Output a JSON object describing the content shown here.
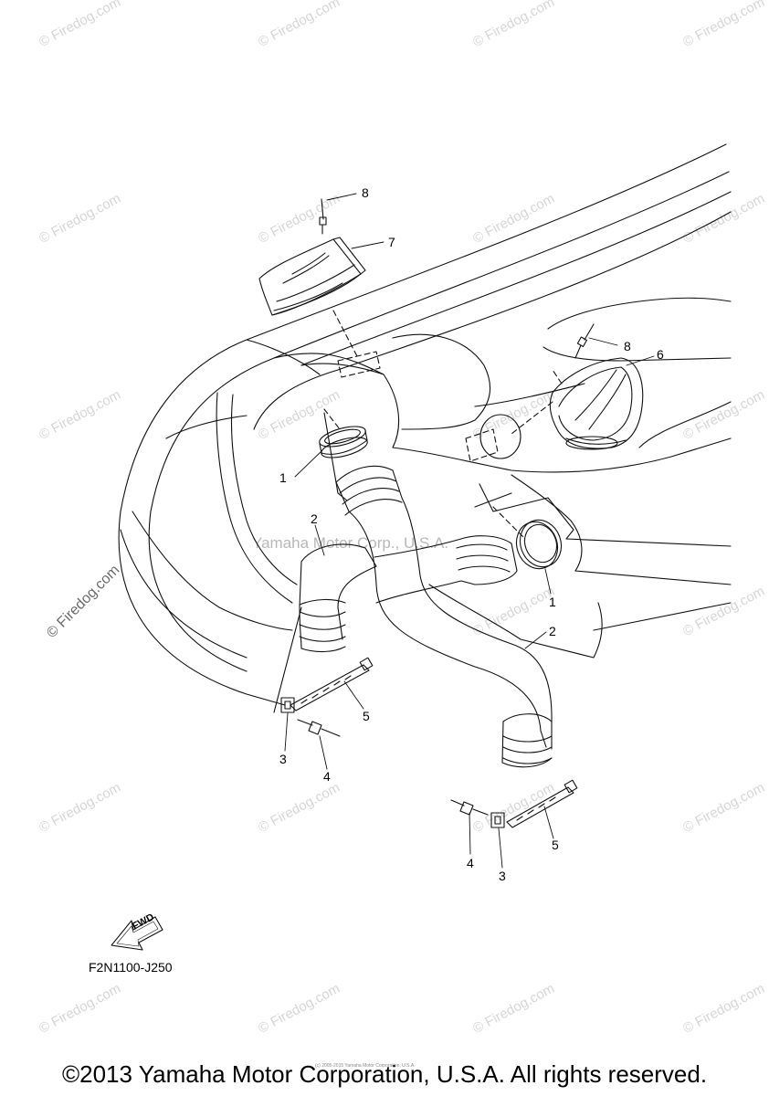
{
  "watermark": "© Firedog.com",
  "center_watermark": "Yamaha Motor Corp., U.S.A.",
  "callouts": {
    "c1a": "1",
    "c1b": "1",
    "c2a": "2",
    "c2b": "2",
    "c3a": "3",
    "c3b": "3",
    "c4a": "4",
    "c4b": "4",
    "c5a": "5",
    "c5b": "5",
    "c6": "6",
    "c7": "7",
    "c8a": "8",
    "c8b": "8"
  },
  "fwd_label": "FWD",
  "figure_code": "F2N1100-J250",
  "tiny_copyright": "(c) 2005-2015 Yamaha Motor Corporation, U.S.A.",
  "footer": "©2013 Yamaha Motor Corporation, U.S.A. All rights reserved."
}
